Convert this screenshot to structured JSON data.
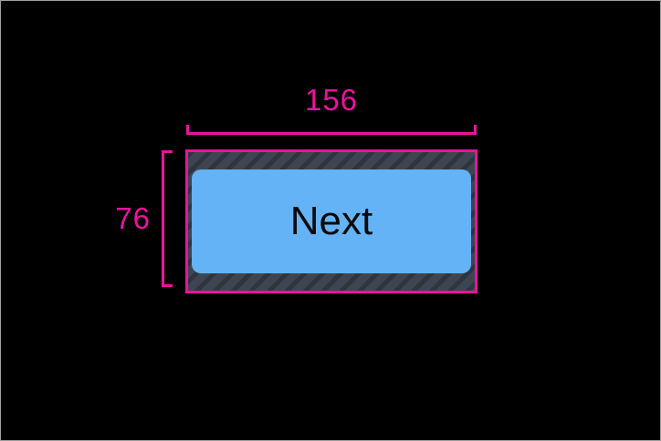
{
  "overlay": {
    "width_label": "156",
    "height_label": "76"
  },
  "button": {
    "label": "Next"
  },
  "colors": {
    "annotation-pink": "#EC129E",
    "button-blue": "#64B3F6",
    "button-text": "#0A0A0A",
    "hatch-base": "#3E4552",
    "hatch-stripe": "#2F353E",
    "canvas-black": "#000000",
    "frame-border": "#9E9E9E"
  }
}
